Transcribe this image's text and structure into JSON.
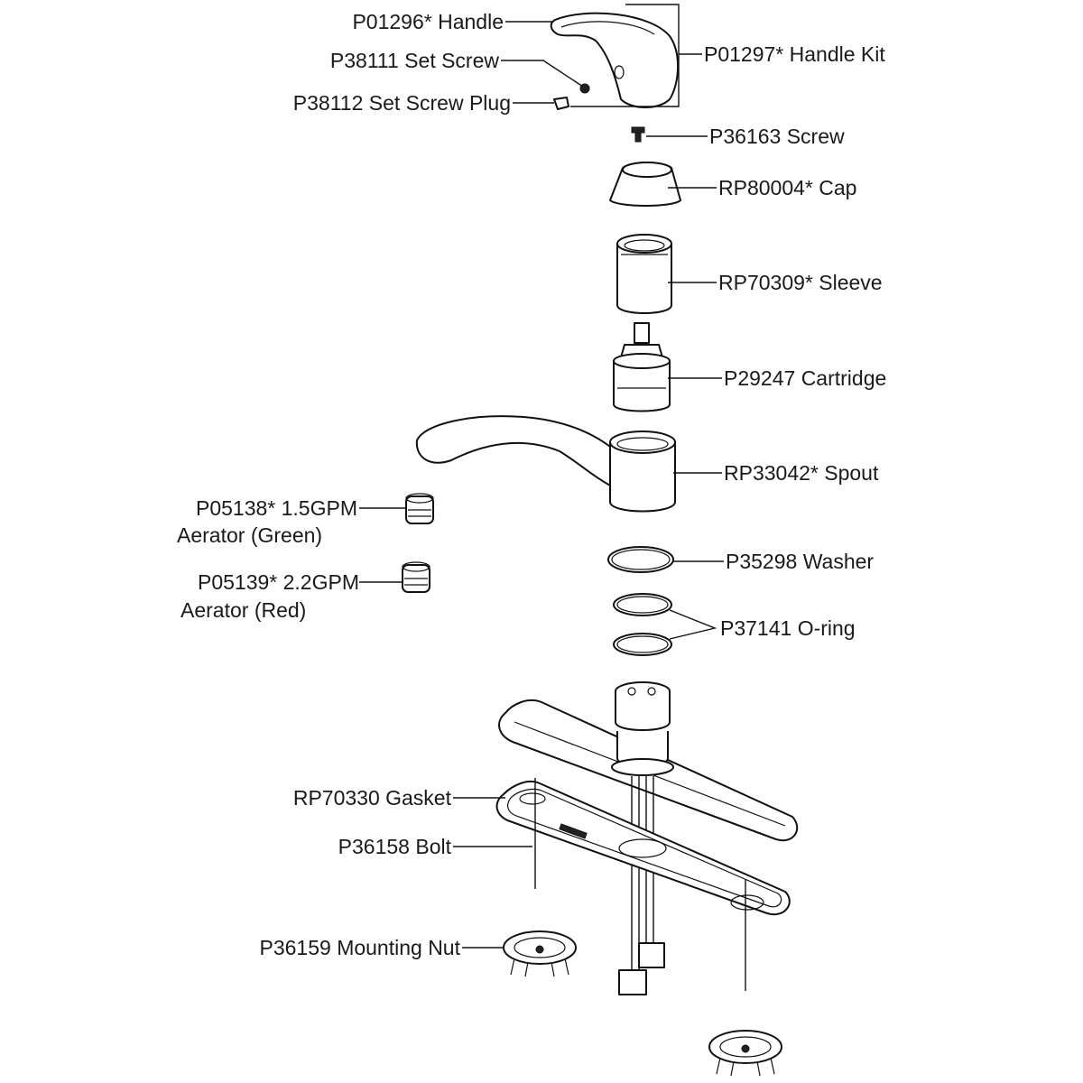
{
  "labels": {
    "handle": "P01296* Handle",
    "set_screw": "P38111 Set Screw",
    "set_screw_plug": "P38112 Set Screw Plug",
    "handle_kit": "P01297* Handle Kit",
    "screw": "P36163 Screw",
    "cap": "RP80004* Cap",
    "sleeve": "RP70309* Sleeve",
    "cartridge": "P29247 Cartridge",
    "spout": "RP33042* Spout",
    "aerator_green_line1": "P05138* 1.5GPM",
    "aerator_green_line2": "Aerator (Green)",
    "aerator_red_line1": "P05139* 2.2GPM",
    "aerator_red_line2": "Aerator (Red)",
    "washer": "P35298 Washer",
    "oring": "P37141 O-ring",
    "gasket": "RP70330 Gasket",
    "bolt": "P36158 Bolt",
    "mounting_nut": "P36159 Mounting Nut"
  }
}
